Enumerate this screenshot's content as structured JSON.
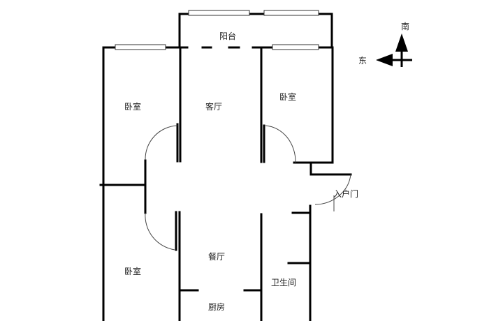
{
  "rooms": {
    "balcony": "阳台",
    "bedroom_left_top": "卧室",
    "living_room": "客厅",
    "bedroom_right": "卧室",
    "bedroom_left_bottom": "卧室",
    "dining_room": "餐厅",
    "kitchen": "厨房",
    "bathroom": "卫生间",
    "entrance_door": "入户门"
  },
  "compass": {
    "south": "南",
    "east": "东"
  }
}
